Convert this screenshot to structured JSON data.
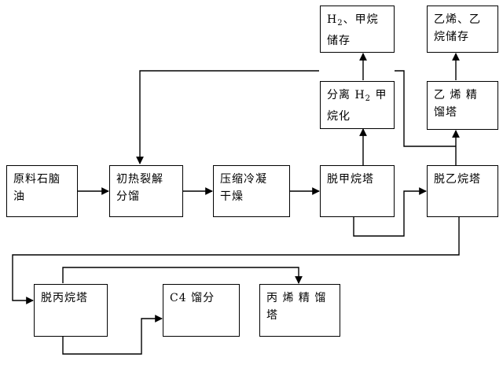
{
  "nodes": {
    "raw_naphtha": {
      "line1": "原料石脑",
      "line2": "油"
    },
    "initial_cracking": {
      "line1": "初热裂解",
      "line2": "分馏"
    },
    "compress_dry": {
      "line1": "压缩冷凝",
      "line2": "干燥"
    },
    "demethanizer": {
      "line1": "脱甲烷塔"
    },
    "deethanizer": {
      "line1": "脱乙烷塔"
    },
    "h2_methane_separation": {
      "line1_pre": "分离 H",
      "sub": "2",
      "line1_post": " 甲",
      "line2": "烷化"
    },
    "h2_methane_storage": {
      "line1_pre": "H",
      "sub": "2",
      "line1_post": "、甲烷",
      "line2": "储存"
    },
    "ethylene_rectification": {
      "line1": "乙 烯 精",
      "line2": "馏塔"
    },
    "ethylene_ethane_storage": {
      "line1": "乙烯、乙",
      "line2": "烷储存"
    },
    "depropanizer": {
      "line1": "脱丙烷塔"
    },
    "c4_fraction": {
      "line1": "C4 馏分"
    },
    "propylene_rectification": {
      "line1": "丙 烯 精 馏",
      "line2": "塔"
    }
  }
}
